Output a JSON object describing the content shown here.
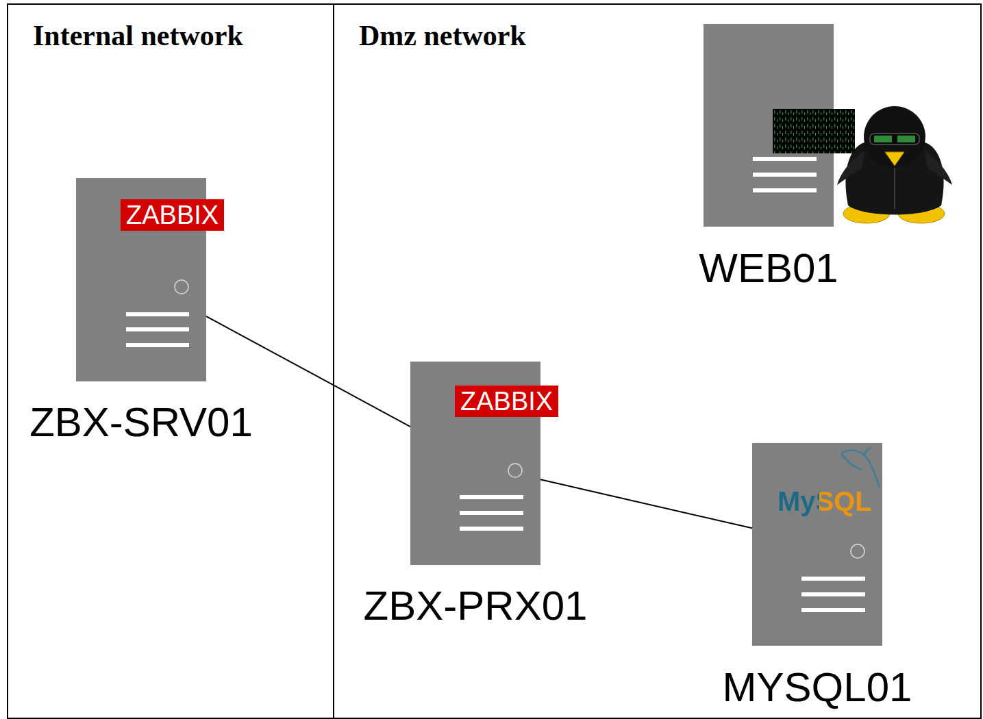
{
  "diagram": {
    "nodes": [
      {
        "text": [
          "Internal network"
        ]
      },
      {
        "text": [
          "ZABBIX",
          "ZBX-SRV01"
        ],
        "in": 0
      },
      {
        "text": [
          "Dmz network"
        ]
      },
      {
        "text": [
          "WEB01"
        ],
        "in": 2
      },
      {
        "text": [
          "ZABBIX",
          "ZBX-PRX01"
        ],
        "in": 2
      },
      {
        "text": [
          "MySQL",
          "MYSQL01"
        ],
        "in": 2
      }
    ],
    "edges": [
      {
        "from": 1,
        "to": 4,
        "arrow": "none"
      },
      {
        "from": 4,
        "to": 5,
        "arrow": "none"
      }
    ]
  }
}
